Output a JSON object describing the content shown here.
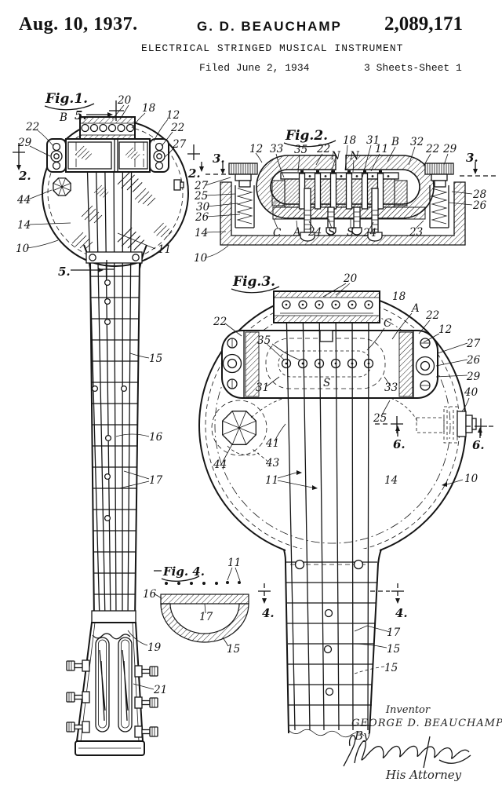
{
  "header": {
    "date": "Aug. 10, 1937.",
    "inventor": "G. D. BEAUCHAMP",
    "patent_number": "2,089,171",
    "title": "ELECTRICAL STRINGED MUSICAL INSTRUMENT",
    "filed": "Filed June 2, 1934",
    "sheet": "3 Sheets-Sheet 1"
  },
  "figures": {
    "fig1": {
      "title": "Fig.1.",
      "refs": {
        "B": "B",
        "s5top": "5.",
        "r20": "20",
        "r18": "18",
        "r12": "12",
        "r22l": "22",
        "r29": "29",
        "r22r": "22",
        "r27": "27",
        "s2": "2.",
        "r44": "44",
        "r14": "14",
        "r10": "10",
        "r11": "11",
        "s5mid": "5.",
        "r15": "15",
        "r16": "16",
        "r17": "17",
        "r19": "19",
        "r21": "21"
      }
    },
    "fig2": {
      "title": "Fig.2.",
      "refs": {
        "r12": "12",
        "r33": "33",
        "r35": "35",
        "r22l": "22",
        "nl": "N",
        "r18": "18",
        "nr": "N",
        "r31": "31",
        "r11": "11",
        "B": "B",
        "r32": "32",
        "r22r": "22",
        "r29": "29",
        "s3l": "3.",
        "s2": "2.",
        "r27": "27",
        "r25": "25",
        "r30": "30",
        "r26l": "26",
        "r14": "14",
        "r10": "10",
        "s3r": "3.",
        "r28": "28",
        "r26r": "26",
        "C": "C",
        "A": "A",
        "r24l": "24",
        "sl": "S",
        "sr": "S",
        "r24r": "24",
        "r23": "23"
      }
    },
    "fig3": {
      "title": "Fig.3.",
      "refs": {
        "r20": "20",
        "r18": "18",
        "A": "A",
        "C": "C",
        "r22l": "22",
        "r22r": "22",
        "r12": "12",
        "r27": "27",
        "r26": "26",
        "r29": "29",
        "r35": "35",
        "r31": "31",
        "r33": "33",
        "S": "S",
        "r40": "40",
        "r25": "25",
        "r41": "41",
        "r43": "43",
        "r44": "44",
        "r11": "11",
        "r14": "14",
        "r10": "10",
        "s6l": "6.",
        "s6r": "6.",
        "s4l": "4.",
        "s4r": "4.",
        "r17": "17",
        "r15a": "15",
        "r15b": "15"
      }
    },
    "fig4": {
      "title": "Fig. 4.",
      "refs": {
        "r11": "11",
        "r16": "16",
        "r17": "17",
        "r15": "15"
      }
    }
  },
  "signature": {
    "inventor_label": "Inventor",
    "inventor_name": "GEORGE D. BEAUCHAMP",
    "by_label": "By",
    "attorney_label": "His Attorney"
  }
}
